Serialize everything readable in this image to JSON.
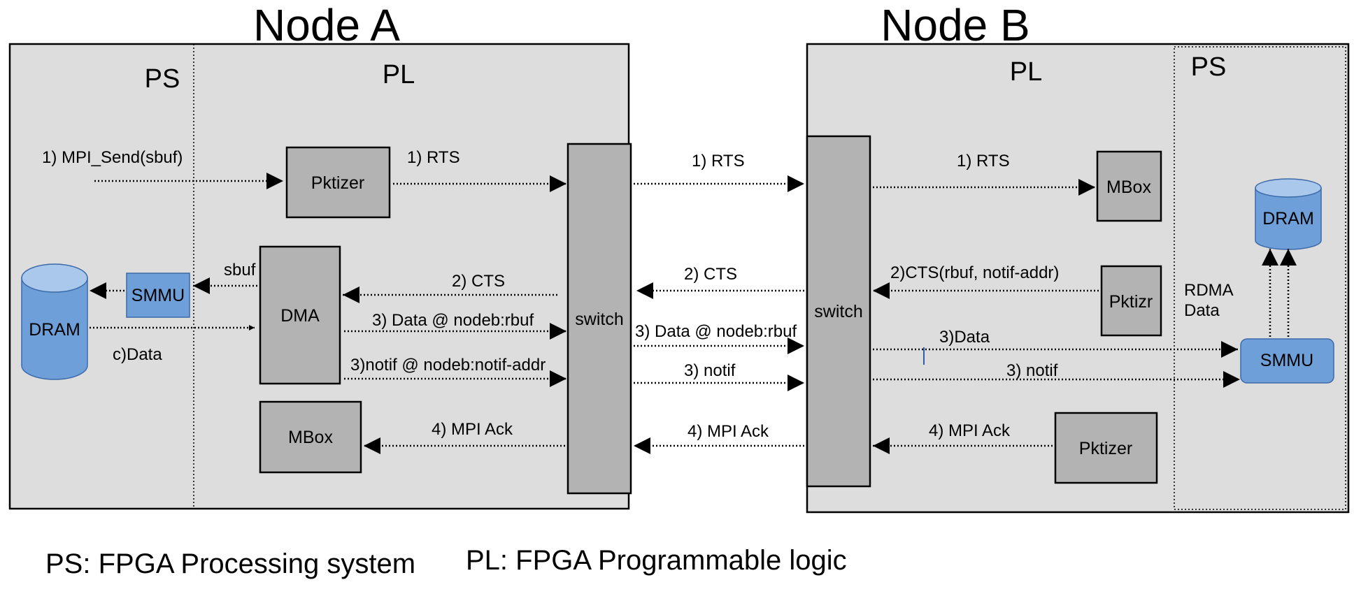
{
  "nodes": {
    "a": {
      "title": "Node A",
      "ps_label": "PS",
      "pl_label": "PL",
      "blocks": {
        "pktizer": "Pktizer",
        "dma": "DMA",
        "mbox": "MBox",
        "switch": "switch",
        "smmu": "SMMU",
        "dram": "DRAM"
      }
    },
    "b": {
      "title": "Node B",
      "ps_label": "PS",
      "pl_label": "PL",
      "blocks": {
        "switch": "switch",
        "mbox": "MBox",
        "pktizr": "Pktizr",
        "pktizer": "Pktizer",
        "smmu": "SMMU",
        "dram": "DRAM"
      }
    }
  },
  "edge_labels": {
    "mpi_send": "1) MPI_Send(sbuf)",
    "a_rts": "1) RTS",
    "link_rts": "1) RTS",
    "b_rts": "1) RTS",
    "sbuf": "sbuf",
    "a_cts": "2) CTS",
    "link_cts": "2) CTS",
    "b_cts": "2)CTS(rbuf, notif-addr)",
    "c_data": "c)Data",
    "a_data": "3) Data @ nodeb:rbuf",
    "link_data": "3) Data @ nodeb:rbuf",
    "b_data": "3)Data",
    "a_notif": "3)notif @ nodeb:notif-addr",
    "link_notif": "3) notif",
    "b_notif": "3) notif",
    "a_ack": "4) MPI Ack",
    "link_ack": "4) MPI Ack",
    "b_ack": "4) MPI Ack",
    "rdma_data_line1": "RDMA",
    "rdma_data_line2": "Data"
  },
  "legend": {
    "ps": "PS: FPGA Processing system",
    "pl": "PL: FPGA Programmable logic"
  },
  "colors": {
    "node_fill": "#dddddd",
    "block_fill": "#b3b3b3",
    "ps_block_fill": "#6f9fd8",
    "dram_top": "#a9c8ec"
  }
}
